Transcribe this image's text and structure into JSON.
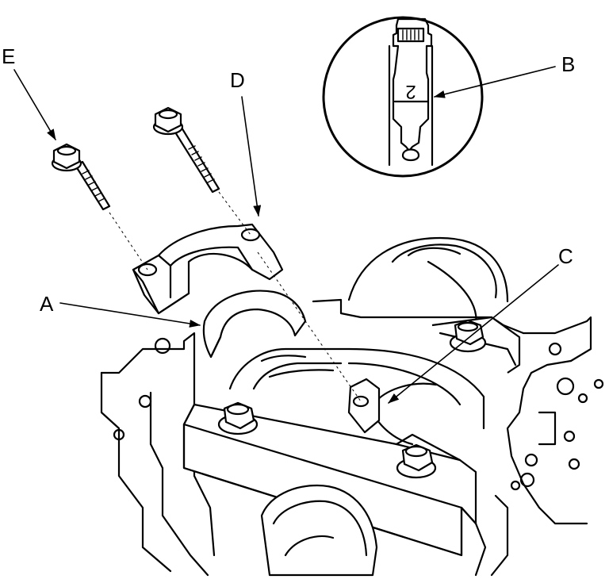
{
  "callouts": {
    "a": "A",
    "b": "B",
    "c": "C",
    "d": "D",
    "e": "E"
  },
  "detail_marking": "2",
  "colors": {
    "line": "#000000",
    "background": "#ffffff"
  }
}
